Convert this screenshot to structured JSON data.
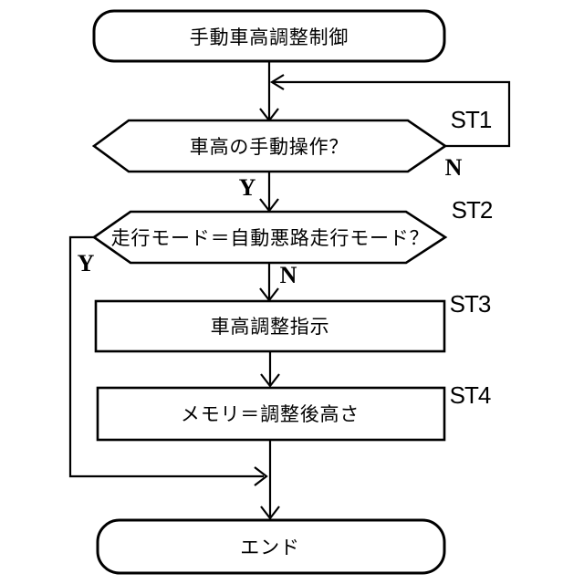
{
  "flowchart": {
    "background_color": "#ffffff",
    "line_color": "#000000",
    "start": {
      "label": "手動車高調整制御"
    },
    "steps": {
      "st1": {
        "id": "ST1",
        "type": "decision",
        "label": "車高の手動操作？",
        "yes_label": "Y",
        "no_label": "N"
      },
      "st2": {
        "id": "ST2",
        "type": "decision",
        "label": "走行モード＝自動悪路走行モード？",
        "yes_label": "Y",
        "no_label": "N"
      },
      "st3": {
        "id": "ST3",
        "type": "process",
        "label": "車高調整指示"
      },
      "st4": {
        "id": "ST4",
        "type": "process",
        "label": "メモリ＝調整後高さ"
      }
    },
    "end": {
      "label": "エンド"
    }
  }
}
